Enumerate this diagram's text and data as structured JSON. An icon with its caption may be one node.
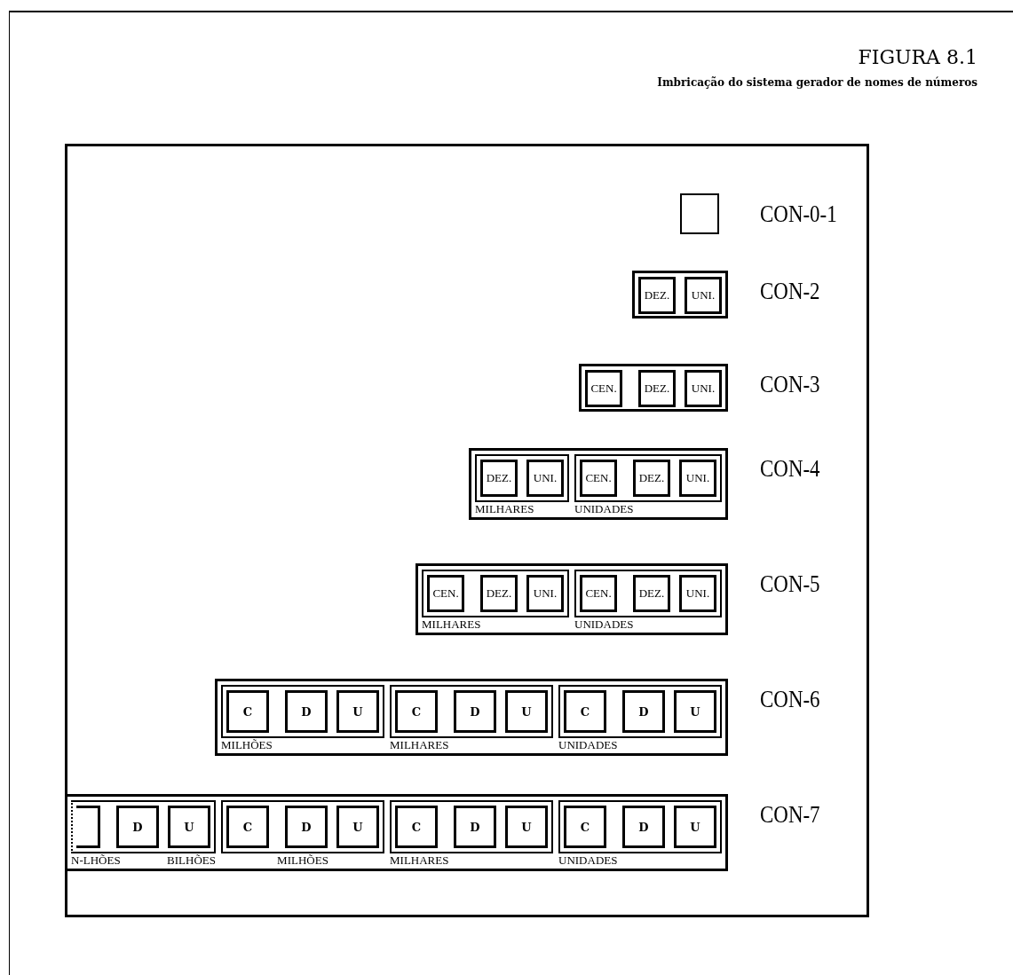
{
  "diagram": {
    "title": "FIGURA 8.1",
    "caption": "Imbricação do sistema gerador de nomes de números",
    "nodes": [
      {
        "text": [],
        "shape": "box"
      },
      {
        "text": [],
        "shape": "box",
        "in": 0,
        "beside": [
          "CON-0-1"
        ]
      },
      {
        "text": [],
        "shape": "box",
        "in": 0,
        "beside": [
          "CON-2"
        ]
      },
      {
        "text": [
          "DEZ."
        ],
        "in": 2
      },
      {
        "text": [
          "UNI."
        ],
        "in": 2
      },
      {
        "text": [],
        "shape": "box",
        "in": 0,
        "beside": [
          "CON-3"
        ]
      },
      {
        "text": [
          "CEN."
        ],
        "in": 5
      },
      {
        "text": [
          "DEZ."
        ],
        "in": 5
      },
      {
        "text": [
          "UNI."
        ],
        "in": 5
      },
      {
        "text": [],
        "shape": "box",
        "in": 0,
        "beside": [
          "CON-4"
        ]
      },
      {
        "text": [
          "MILHARES"
        ],
        "in": 9
      },
      {
        "text": [
          "DEZ."
        ],
        "in": 10
      },
      {
        "text": [
          "UNI."
        ],
        "in": 10
      },
      {
        "text": [
          "UNIDADES"
        ],
        "in": 9
      },
      {
        "text": [
          "CEN."
        ],
        "in": 13
      },
      {
        "text": [
          "DEZ."
        ],
        "in": 13
      },
      {
        "text": [
          "UNI."
        ],
        "in": 13
      },
      {
        "text": [],
        "shape": "box",
        "in": 0,
        "beside": [
          "CON-5"
        ]
      },
      {
        "text": [
          "MILHARES"
        ],
        "in": 17
      },
      {
        "text": [
          "CEN."
        ],
        "in": 18
      },
      {
        "text": [
          "DEZ."
        ],
        "in": 18
      },
      {
        "text": [
          "UNI."
        ],
        "in": 18
      },
      {
        "text": [
          "UNIDADES"
        ],
        "in": 17
      },
      {
        "text": [
          "CEN."
        ],
        "in": 22
      },
      {
        "text": [
          "DEZ."
        ],
        "in": 22
      },
      {
        "text": [
          "UNI."
        ],
        "in": 22
      },
      {
        "text": [],
        "shape": "box",
        "in": 0,
        "beside": [
          "CON-6"
        ]
      },
      {
        "text": [
          "MILHÕES"
        ],
        "in": 26
      },
      {
        "text": [
          "C"
        ],
        "in": 27
      },
      {
        "text": [
          "D"
        ],
        "in": 27
      },
      {
        "text": [
          "U"
        ],
        "in": 27
      },
      {
        "text": [
          "MILHARES"
        ],
        "in": 26
      },
      {
        "text": [
          "C"
        ],
        "in": 31
      },
      {
        "text": [
          "D"
        ],
        "in": 31
      },
      {
        "text": [
          "U"
        ],
        "in": 31
      },
      {
        "text": [
          "UNIDADES"
        ],
        "in": 26
      },
      {
        "text": [
          "C"
        ],
        "in": 35
      },
      {
        "text": [
          "D"
        ],
        "in": 35
      },
      {
        "text": [
          "U"
        ],
        "in": 35
      },
      {
        "text": [],
        "shape": "box",
        "in": 0,
        "beside": [
          "CON-7"
        ]
      },
      {
        "text": [
          "N-LHÕES",
          "BILHÕES"
        ],
        "in": 39
      },
      {
        "text": [],
        "shape": "box",
        "in": 40
      },
      {
        "text": [
          "D"
        ],
        "in": 40
      },
      {
        "text": [
          "U"
        ],
        "in": 40
      },
      {
        "text": [
          "MILHÕES"
        ],
        "in": 39
      },
      {
        "text": [
          "C"
        ],
        "in": 44
      },
      {
        "text": [
          "D"
        ],
        "in": 44
      },
      {
        "text": [
          "U"
        ],
        "in": 44
      },
      {
        "text": [
          "MILHARES"
        ],
        "in": 39
      },
      {
        "text": [
          "C"
        ],
        "in": 48
      },
      {
        "text": [
          "D"
        ],
        "in": 48
      },
      {
        "text": [
          "U"
        ],
        "in": 48
      },
      {
        "text": [
          "UNIDADES"
        ],
        "in": 39
      },
      {
        "text": [
          "C"
        ],
        "in": 52
      },
      {
        "text": [
          "D"
        ],
        "in": 52
      },
      {
        "text": [
          "U"
        ],
        "in": 52
      }
    ]
  }
}
